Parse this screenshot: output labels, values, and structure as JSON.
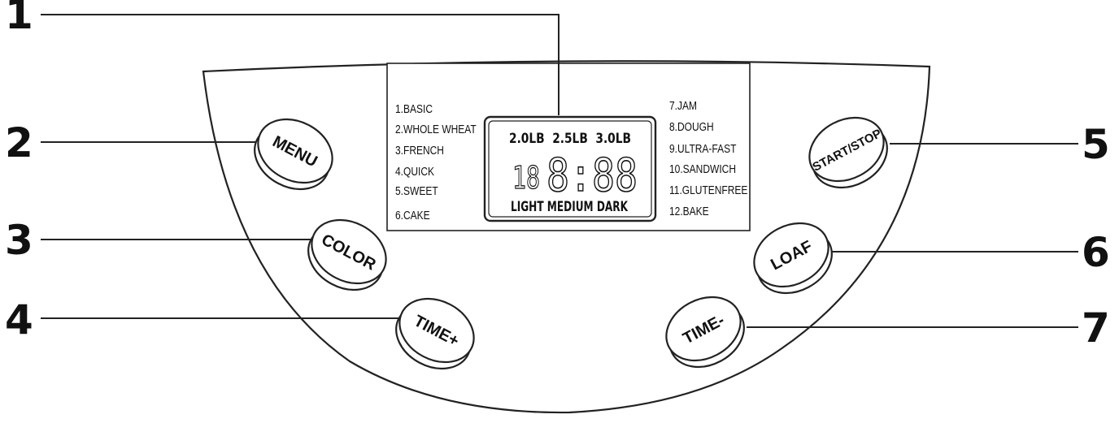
{
  "callouts": [
    "1",
    "2",
    "3",
    "4",
    "5",
    "6",
    "7"
  ],
  "buttons": {
    "menu": "MENU",
    "color": "COLOR",
    "time_plus": "TIME+",
    "start_stop": "START/STOP",
    "loaf": "LOAF",
    "time_minus": "TIME-"
  },
  "programs_left": [
    "1.BASIC",
    "2.WHOLE WHEAT",
    "3.FRENCH",
    "4.QUICK",
    "5.SWEET",
    "6.CAKE"
  ],
  "programs_right": [
    "7.JAM",
    "8.DOUGH",
    "9.ULTRA-FAST",
    "10.SANDWICH",
    "11.GLUTENFREE",
    "12.BAKE"
  ],
  "lcd": {
    "loaf_sizes": "2.0LB  2.5LB  3.0LB",
    "program_digits": "18",
    "time_digits": "8:88",
    "crust_colors": "LIGHT MEDIUM DARK"
  }
}
